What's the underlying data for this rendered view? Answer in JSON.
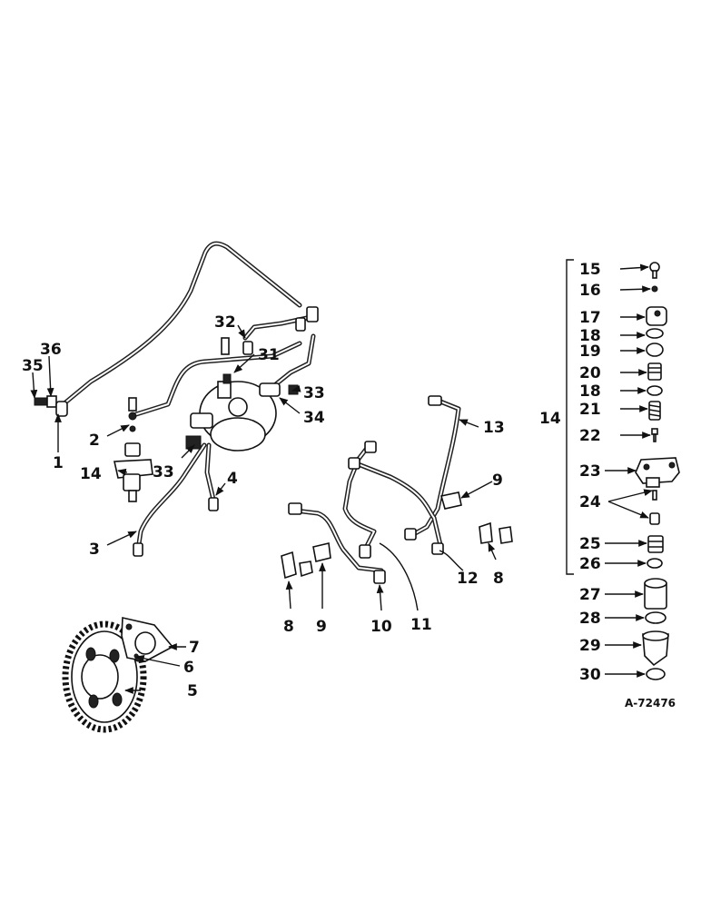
{
  "drawing_number": "A-72476",
  "group_label": "14",
  "labels": {
    "l1": "1",
    "l2": "2",
    "l3": "3",
    "l4": "4",
    "l5": "5",
    "l6": "6",
    "l7": "7",
    "l8a": "8",
    "l8b": "8",
    "l9a": "9",
    "l9b": "9",
    "l10": "10",
    "l11": "11",
    "l12": "12",
    "l13": "13",
    "l14a": "14",
    "l15": "15",
    "l16": "16",
    "l17": "17",
    "l18a": "18",
    "l19": "19",
    "l20": "20",
    "l18b": "18",
    "l21": "21",
    "l22": "22",
    "l23": "23",
    "l24": "24",
    "l25": "25",
    "l26": "26",
    "l27": "27",
    "l28": "28",
    "l29": "29",
    "l30": "30",
    "l31": "31",
    "l32": "32",
    "l33a": "33",
    "l33b": "33",
    "l34": "34",
    "l35": "35",
    "l36": "36"
  }
}
